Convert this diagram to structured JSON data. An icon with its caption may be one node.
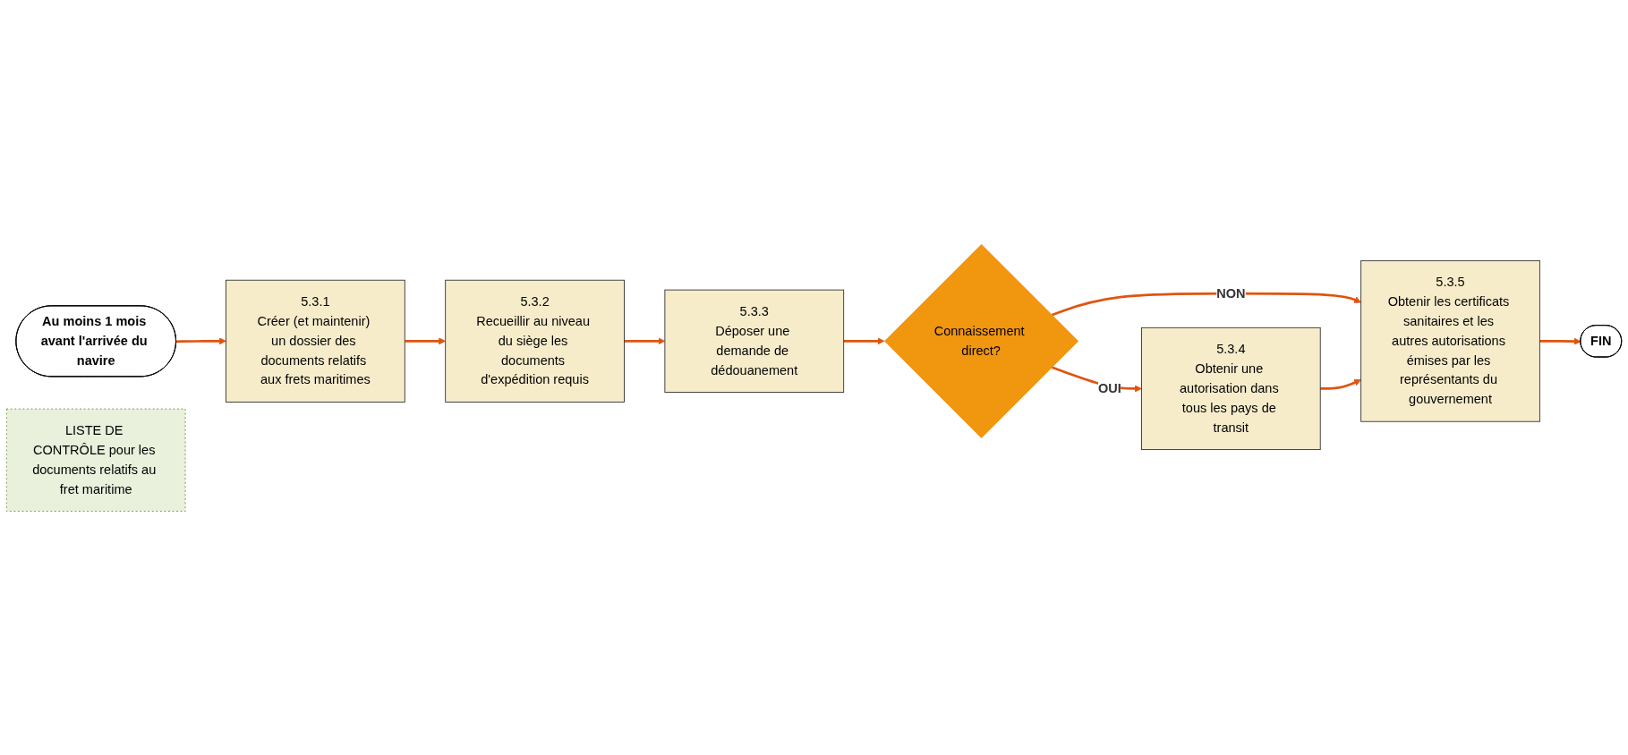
{
  "diagram": {
    "nodes": [
      {
        "text": [
          "Au moins 1 mois avant l'arrivée du navire"
        ]
      },
      {
        "text": [
          "5.3.1",
          "Créer (et maintenir) un dossier des documents relatifs aux frets maritimes"
        ]
      },
      {
        "text": [
          "LISTE DE CONTRÔLE pour les documents relatifs au fret maritime"
        ]
      },
      {
        "text": [
          "5.3.2",
          "Recueillir au niveau du siège les documents d'expédition requis"
        ]
      },
      {
        "text": [
          "5.3.3",
          "Déposer une demande de dédouanement"
        ]
      },
      {
        "text": [
          "Connaissement direct?"
        ]
      },
      {
        "text": [
          "5.3.4",
          "Obtenir une autorisation dans tous les pays de transit"
        ]
      },
      {
        "text": [
          "5.3.5",
          "Obtenir les certificats sanitaires et les autres autorisations émises par les représentants du gouvernement"
        ]
      },
      {
        "text": [
          "FIN"
        ]
      }
    ],
    "edges": [
      {
        "from": 0,
        "to": 1,
        "arrow": "to"
      },
      {
        "from": 1,
        "to": 3,
        "arrow": "to"
      },
      {
        "from": 3,
        "to": 4,
        "arrow": "to"
      },
      {
        "from": 4,
        "to": 5,
        "arrow": "to"
      },
      {
        "from": 5,
        "to": 6,
        "label": "OUI",
        "arrow": "to"
      },
      {
        "from": 5,
        "to": 7,
        "label": "NON",
        "arrow": "to"
      },
      {
        "from": 6,
        "to": 7,
        "arrow": "to"
      },
      {
        "from": 7,
        "to": 8,
        "arrow": "to"
      }
    ]
  }
}
